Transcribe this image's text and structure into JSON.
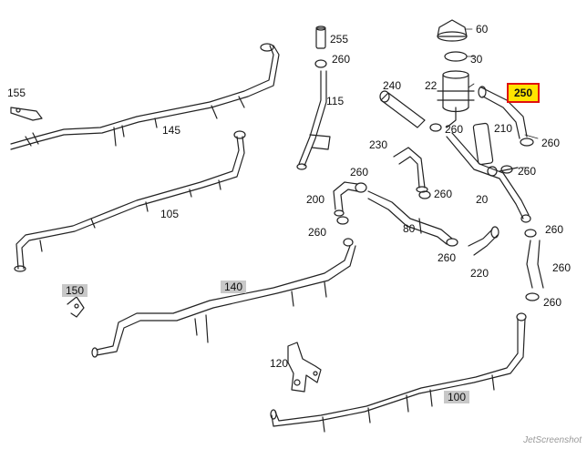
{
  "labels": [
    {
      "id": "l155",
      "text": "155"
    },
    {
      "id": "l145",
      "text": "145"
    },
    {
      "id": "l105",
      "text": "105"
    },
    {
      "id": "l255",
      "text": "255"
    },
    {
      "id": "l260a",
      "text": "260"
    },
    {
      "id": "l115",
      "text": "115"
    },
    {
      "id": "l240",
      "text": "240"
    },
    {
      "id": "l22",
      "text": "22"
    },
    {
      "id": "l60",
      "text": "60"
    },
    {
      "id": "l30",
      "text": "30"
    },
    {
      "id": "l250",
      "text": "250"
    },
    {
      "id": "l210",
      "text": "210"
    },
    {
      "id": "l260b",
      "text": "260"
    },
    {
      "id": "l260c",
      "text": "260"
    },
    {
      "id": "l230",
      "text": "230"
    },
    {
      "id": "l260d",
      "text": "260"
    },
    {
      "id": "l200",
      "text": "200"
    },
    {
      "id": "l260e",
      "text": "260"
    },
    {
      "id": "l80",
      "text": "80"
    },
    {
      "id": "l260f",
      "text": "260"
    },
    {
      "id": "l260g",
      "text": "260"
    },
    {
      "id": "l20",
      "text": "20"
    },
    {
      "id": "l260h",
      "text": "260"
    },
    {
      "id": "l260i",
      "text": "260"
    },
    {
      "id": "l220",
      "text": "220"
    },
    {
      "id": "l260j",
      "text": "260"
    },
    {
      "id": "l150",
      "text": "150"
    },
    {
      "id": "l140",
      "text": "140"
    },
    {
      "id": "l120",
      "text": "120"
    },
    {
      "id": "l100",
      "text": "100"
    },
    {
      "id": "l260k",
      "text": "260"
    }
  ],
  "highlight": {
    "part": "250",
    "fill": "#ffe400",
    "border": "#e01010"
  },
  "watermark": "JetScreenshot"
}
